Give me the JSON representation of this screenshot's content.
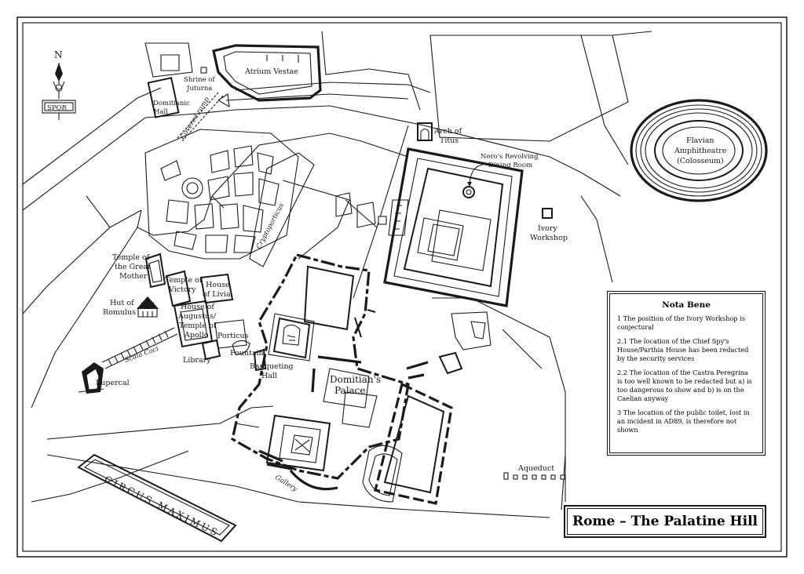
{
  "compass": {
    "letter": "N",
    "emblem": "SPQR"
  },
  "labels": {
    "atrium_vestae": "Atrium Vestae",
    "shrine_line1": "Shrine of",
    "shrine_line2": "Juturna",
    "domitianic_line1": "Domitianic",
    "domitianic_line2": "Hall",
    "covered_ramp": "Covered ramp",
    "arch_line1": "Arch of",
    "arch_line2": "Titus",
    "nero_line1": "Nero's Revolving",
    "nero_line2": "Dining Room",
    "flavian_line1": "Flavian",
    "flavian_line2": "Amphitheatre",
    "flavian_line3": "(Colosseum)",
    "ivory_line1": "Ivory",
    "ivory_line2": "Workshop",
    "cryptoporticus": "Cryptoporticus",
    "temple_gm_line1": "Temple of",
    "temple_gm_line2": "the Great",
    "temple_gm_line3": "Mother",
    "temple_v_line1": "Temple of",
    "temple_v_line2": "Victory",
    "livia_line1": "House",
    "livia_line2": "of Livia",
    "hut_line1": "Hut of",
    "hut_line2": "Romulus",
    "augustus_line1": "House of",
    "augustus_line2": "Augustus/",
    "augustus_line3": "Temple of",
    "augustus_line4": "Apollo",
    "porticus": "Porticus",
    "scala_caci": "Scala Caci",
    "library": "Library",
    "fountain": "Fountain",
    "banq_line1": "Banqueting",
    "banq_line2": "Hall",
    "palace_line1": "Domitian's",
    "palace_line2": "Palace",
    "lupercal": "Lupercal",
    "gallery": "Gallery",
    "circus": "CIRCUS MAXIMUS",
    "aqueduct": "Aqueduct"
  },
  "nota_bene": {
    "title": "Nota Bene",
    "items": [
      "1 The position of the Ivory Workshop is conjectural",
      "2.1 The location of the Chief Spy's House/Parthia House has been redacted by the security services",
      "2.2 The location of the Castra Peregrina is too well known to be redacted but a) is too dangerous to show and b) is on the Caelian anyway",
      "3 The location of the public toilet, lost in an incident in AD89, is therefore not shown"
    ]
  },
  "title": "Rome – The Palatine Hill",
  "colors": {
    "ink": "#1a1a1a",
    "paper": "#ffffff"
  }
}
